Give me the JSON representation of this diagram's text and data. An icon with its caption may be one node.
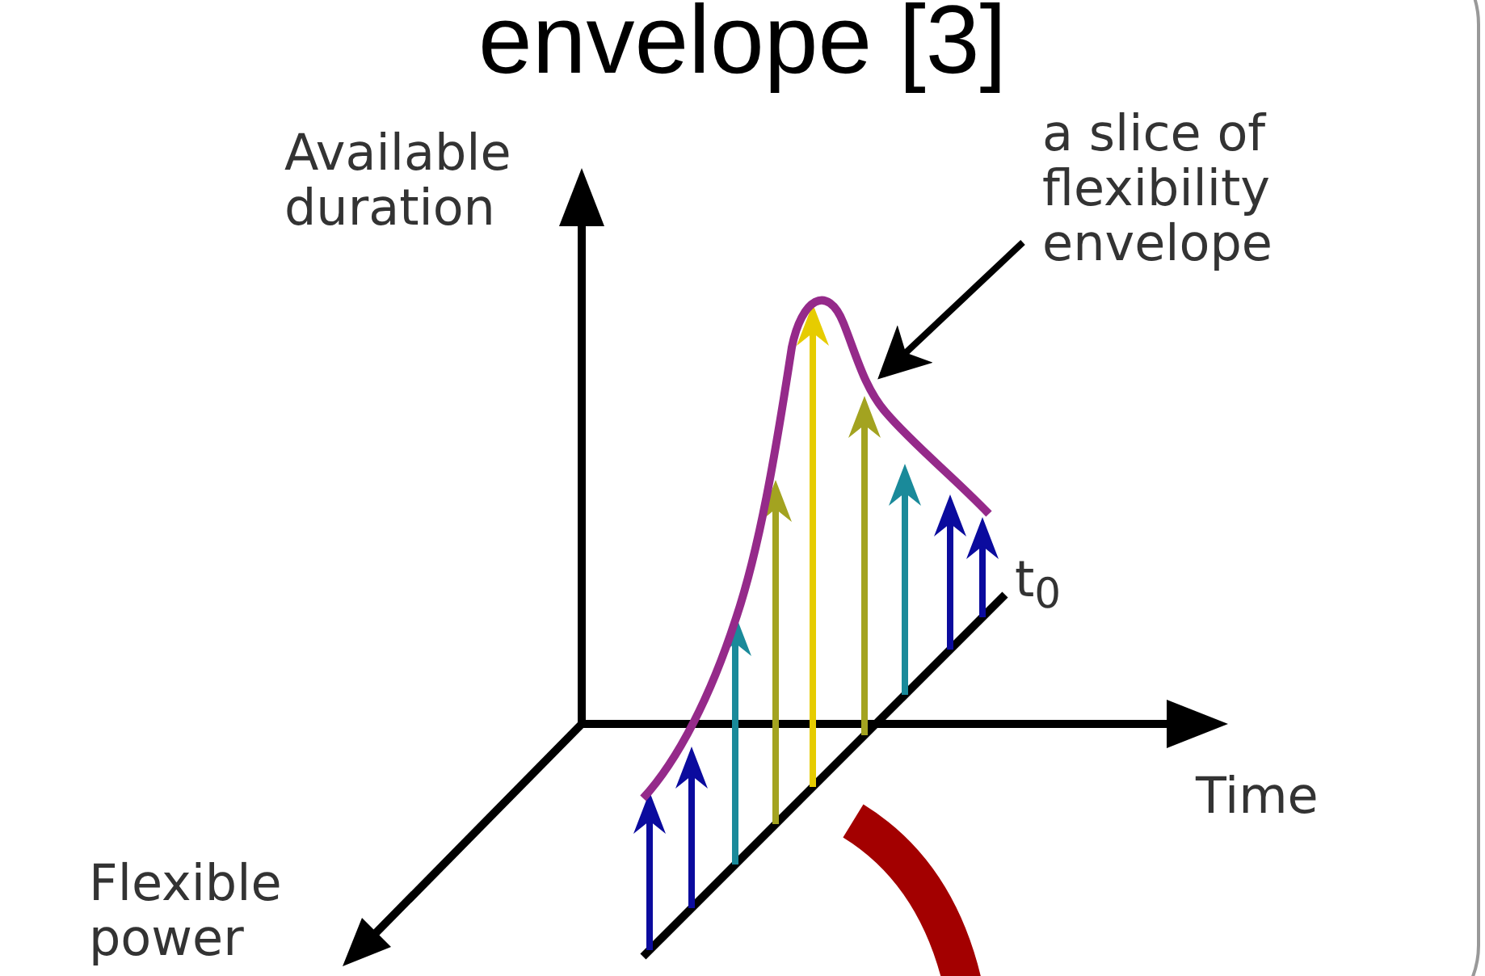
{
  "diagram": {
    "title": "envelope [3]",
    "nodes": [
      {
        "text": [
          "a slice of flexibility envelope"
        ]
      },
      {
        "text": [],
        "shape": "curve"
      }
    ],
    "edges": [
      {
        "from": 0,
        "to": 1,
        "arrow": "to"
      }
    ],
    "labels": [
      "Available duration",
      "t$_{0}$",
      "Time",
      "Flexible power"
    ]
  }
}
